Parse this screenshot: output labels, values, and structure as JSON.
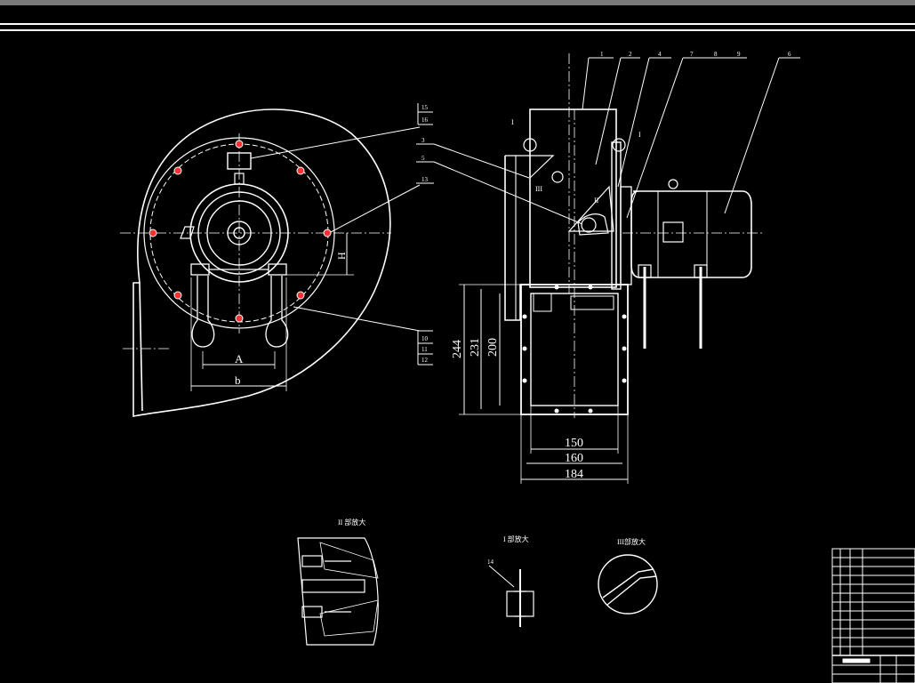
{
  "drawing": {
    "front_dims": {
      "A": "A",
      "b": "b",
      "H": "H"
    },
    "side_dims": {
      "d244": "244",
      "d231": "231",
      "d200": "200",
      "d150": "150",
      "d160": "160",
      "d184": "184"
    },
    "balloons_side": [
      "1",
      "2",
      "4",
      "7",
      "8",
      "9",
      "6"
    ],
    "balloons_left": [
      "15",
      "16",
      "3",
      "5",
      "13",
      "10",
      "11",
      "12"
    ],
    "section_marks": [
      "I",
      "I",
      "II",
      "III"
    ],
    "detail_titles": {
      "detail_ii": "II 部放大",
      "detail_i": "I 部放大",
      "detail_iii": "III部放大"
    },
    "detail_callout": "14"
  },
  "colors": {
    "line": "#ffffff",
    "hole": "#ff3030",
    "background": "#000000",
    "top_bar": "#7a7a7a"
  }
}
